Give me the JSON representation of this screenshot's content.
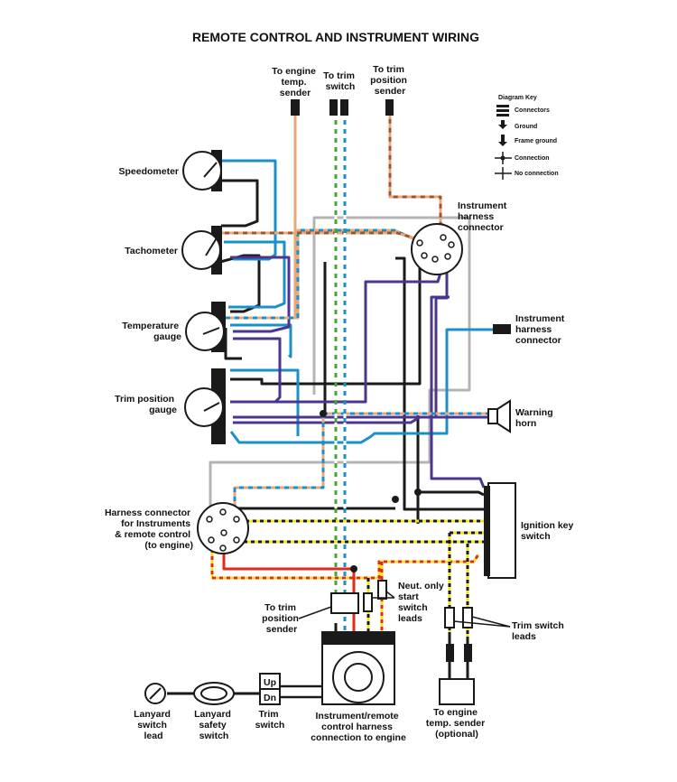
{
  "title": "REMOTE CONTROL AND INSTRUMENT WIRING",
  "labels": {
    "engine_temp_sender_top": [
      "To engine",
      "temp.",
      "sender"
    ],
    "trim_switch_top": [
      "To trim",
      "switch"
    ],
    "trim_position_sender_top": [
      "To trim",
      "position",
      "sender"
    ],
    "speedometer": [
      "Speedometer"
    ],
    "tachometer": [
      "Tachometer"
    ],
    "temperature_gauge": [
      "Temperature",
      "gauge"
    ],
    "trim_position_gauge": [
      "Trim position",
      "gauge"
    ],
    "instrument_harness_connector_1": [
      "Instrument",
      "harness",
      "connector"
    ],
    "instrument_harness_connector_2": [
      "Instrument",
      "harness",
      "connector"
    ],
    "warning_horn": [
      "Warning",
      "horn"
    ],
    "ignition_key_switch": [
      "Ignition key",
      "switch"
    ],
    "harness_connector": [
      "Harness connector",
      "for Instruments",
      "& remote control",
      "(to engine)"
    ],
    "to_trim_position_sender": [
      "To trim",
      "position",
      "sender"
    ],
    "neut_only": [
      "Neut. only",
      "start",
      "switch",
      "leads"
    ],
    "trim_switch_leads": [
      "Trim switch",
      "leads"
    ],
    "lanyard_switch_lead": [
      "Lanyard",
      "switch",
      "lead"
    ],
    "lanyard_safety_switch": [
      "Lanyard",
      "safety",
      "switch"
    ],
    "trim_switch": [
      "Trim",
      "switch"
    ],
    "instrument_remote_harness": [
      "Instrument/remote",
      "control harness",
      "connection to engine"
    ],
    "engine_temp_sender_optional": [
      "To engine",
      "temp. sender",
      "(optional)"
    ]
  },
  "trim_switch_buttons": {
    "up": "Up",
    "down": "Dn"
  },
  "diagram_key": {
    "title": "Diagram Key",
    "items": [
      "Connectors",
      "Ground",
      "Frame ground",
      "Connection",
      "No connection"
    ]
  },
  "colors": {
    "black": "#1a1a1a",
    "blue": "#1a8fc8",
    "tan": "#e8a878",
    "gray": "#b4b4b4",
    "purple": "#4b3591",
    "red": "#e02a1e",
    "green": "#43a832",
    "yellow": "#f4e01c",
    "brown": "#a0522d"
  }
}
